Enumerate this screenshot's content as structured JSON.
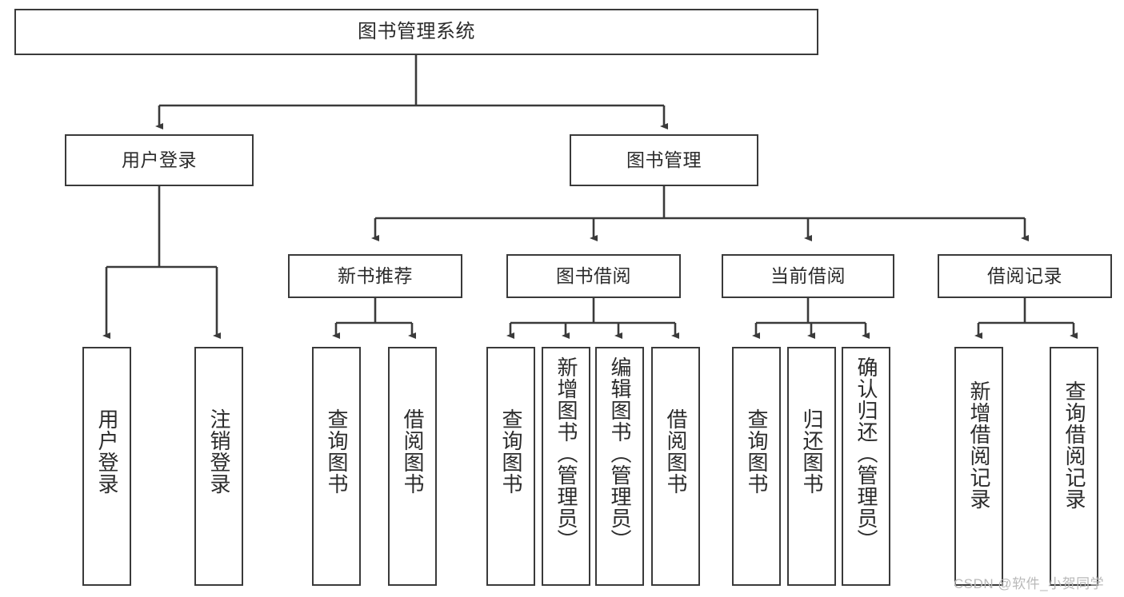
{
  "diagram": {
    "title": "图书管理系统",
    "type": "hierarchy-tree",
    "root": {
      "id": "root",
      "label": "图书管理系统"
    },
    "level2": [
      {
        "id": "login",
        "label": "用户登录"
      },
      {
        "id": "bookmgmt",
        "label": "图书管理"
      }
    ],
    "level3": [
      {
        "id": "newbook",
        "label": "新书推荐",
        "parent": "bookmgmt"
      },
      {
        "id": "borrow",
        "label": "图书借阅",
        "parent": "bookmgmt"
      },
      {
        "id": "current",
        "label": "当前借阅",
        "parent": "bookmgmt"
      },
      {
        "id": "records",
        "label": "借阅记录",
        "parent": "bookmgmt"
      }
    ],
    "leaves": [
      {
        "id": "leaf-user-login",
        "label": "用户登录",
        "parent": "login"
      },
      {
        "id": "leaf-user-logout",
        "label": "注销登录",
        "parent": "login"
      },
      {
        "id": "leaf-query-book-1",
        "label": "查询图书",
        "parent": "newbook"
      },
      {
        "id": "leaf-borrow-book-1",
        "label": "借阅图书",
        "parent": "newbook"
      },
      {
        "id": "leaf-query-book-2",
        "label": "查询图书",
        "parent": "borrow"
      },
      {
        "id": "leaf-add-book",
        "label": "新增图书（管理员）",
        "parent": "borrow"
      },
      {
        "id": "leaf-edit-book",
        "label": "编辑图书（管理员）",
        "parent": "borrow"
      },
      {
        "id": "leaf-borrow-book-2",
        "label": "借阅图书",
        "parent": "borrow"
      },
      {
        "id": "leaf-query-book-3",
        "label": "查询图书",
        "parent": "current"
      },
      {
        "id": "leaf-return-book",
        "label": "归还图书",
        "parent": "current"
      },
      {
        "id": "leaf-confirm-return",
        "label": "确认归还（管理员）",
        "parent": "current"
      },
      {
        "id": "leaf-add-record",
        "label": "新增借阅记录",
        "parent": "records"
      },
      {
        "id": "leaf-query-record",
        "label": "查询借阅记录",
        "parent": "records"
      }
    ],
    "watermark": "CSDN @软件_小贺同学",
    "colors": {
      "stroke": "#3a3a3a",
      "fill": "#ffffff",
      "text": "#2b2b2b",
      "watermark": "#b9b9b9"
    }
  }
}
